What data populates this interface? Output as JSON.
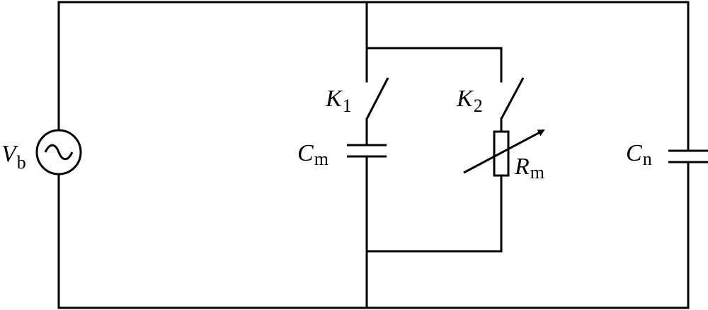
{
  "diagram": {
    "source": {
      "main": "V",
      "sub": "b",
      "icon": "ac-source-icon"
    },
    "switch1": {
      "main": "K",
      "sub": "1",
      "icon": "switch-icon"
    },
    "switch2": {
      "main": "K",
      "sub": "2",
      "icon": "switch-icon"
    },
    "capacitor_m": {
      "main": "C",
      "sub": "m",
      "icon": "capacitor-icon"
    },
    "resistor_m": {
      "main": "R",
      "sub": "m",
      "icon": "variable-resistor-icon"
    },
    "capacitor_n": {
      "main": "C",
      "sub": "n",
      "icon": "capacitor-icon"
    },
    "colors": {
      "line": "#000000",
      "background": "#ffffff"
    }
  }
}
